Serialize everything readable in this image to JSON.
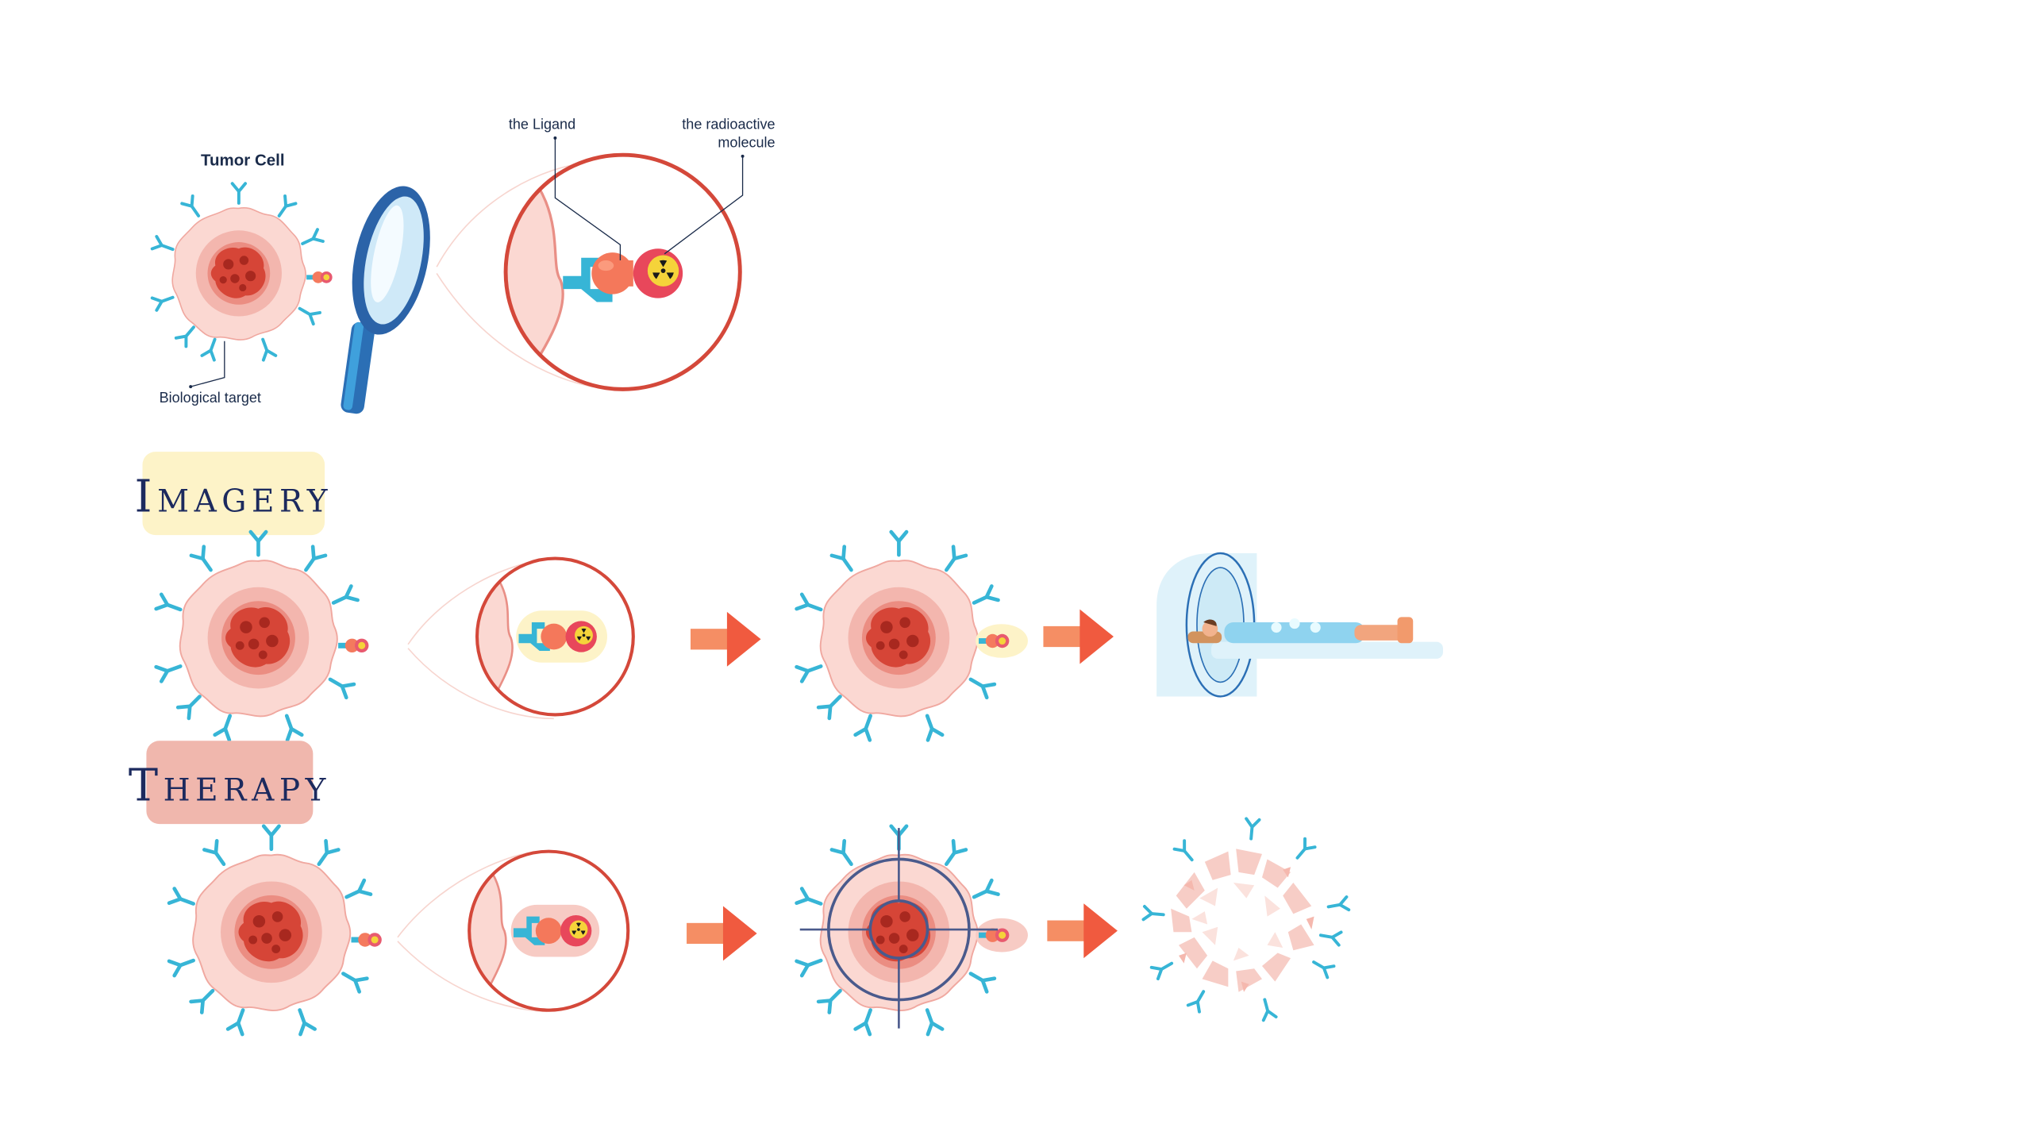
{
  "labels": {
    "tumor_cell": "Tumor Cell",
    "ligand": "the Ligand",
    "radioactive_line1": "the radioactive",
    "radioactive_line2": "molecule",
    "biological_target": "Biological target"
  },
  "sections": {
    "imagery": "Imagery",
    "therapy": "Therapy"
  },
  "colors": {
    "imagery_badge": "#fdf3c8",
    "therapy_badge": "#f0b7ad",
    "accent_red": "#d4483a",
    "receptor_blue": "#37b5d6",
    "arrow_orange": "#f26d4f",
    "text_navy": "#1a2b4a"
  }
}
